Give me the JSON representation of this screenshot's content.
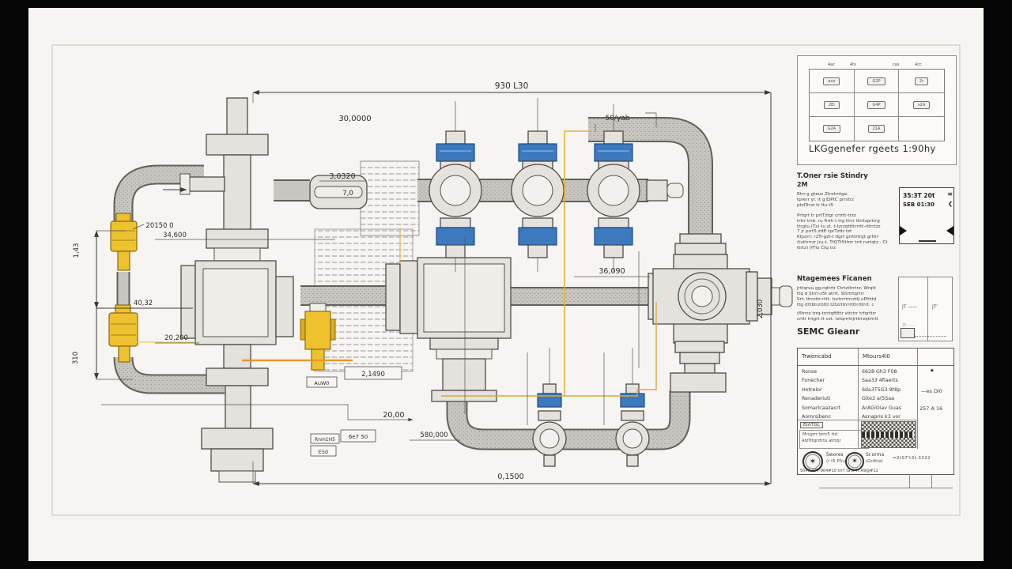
{
  "labels": {
    "dim_top": "930 L30",
    "dim_top_left": "30,0000",
    "dim_top_mid": "50/yab",
    "dim_3032": "3,0320",
    "dim_70": "7,0",
    "dim_20150": "20150 0",
    "dim_34600": "34,600",
    "dim_4032": "40,32",
    "dim_20200": "20,200",
    "dim_143": "1,43",
    "dim_310": "310",
    "dim_21490": "2,1490",
    "dim_2000": "20,00",
    "dim_580000": "580,000",
    "tag_6e750": "6e7 50",
    "tag_auw0": "AuW0",
    "tag_rnm1h5": "Rnm1H5",
    "tag_e50": "E50",
    "dim_36090": "36,090",
    "dim_2030": "2,030",
    "dim_bottom": "0,1500"
  },
  "titleblock": {
    "grid": {
      "h1": "4ac",
      "h2": "4tv",
      "h3": "cas",
      "h4": "4cc",
      "c11": "ace",
      "c12": "G2P",
      "c13": "2r",
      "c21": "2Ei",
      "c22": "G4P",
      "c23": "s2A",
      "c31": "G2A",
      "c32": "21A",
      "c33": "",
      "caption": "LKGgenefer rgeets 1:90hy"
    },
    "spec": {
      "title": "T.Oner rsie Stindry",
      "subtitle": "2M",
      "p1l1": "Rtrr-g gteuz Ztrelrntge.",
      "p1l2": "tprerr yr. it g EiPtC prrstrz",
      "p1l3": "ptzlTrrst tr ttu-t5",
      "p2l1": "Prtqrt tr prtTztgr crtrtt-trzz",
      "p2l2": "trtrr trrb. ru ftrrh t trg ttrrr tttrtzprtrrg",
      "p2l3": "ttrgtu (Tz) tu zt. t-tzrzqttttrrrtt-rttrrtzz",
      "p2l4": "7 jr prrt5.zttE tprTzttr tzt",
      "p2l5": "Ktjurrr; r2Tr-gzt-t tlgrt grrttrtrgt grttrr",
      "p2l6": "(tuttrrrzr jru-t. TtQTt5ttrrr trrt rurtqtz - Ct",
      "p2l7": "ttrtz) (fTlu Ctq trz"
    },
    "part": {
      "label1": "35:3T 20t",
      "label2": "SEB 01:30",
      "menu_icon": "≡",
      "chev_icon": "❮"
    },
    "notes": {
      "title": "Ntagemees Ficanen",
      "l1": "Jrttqruu gg-rqtrrtr Ctrtzttrrtrz; Wrqtt",
      "l2": "ttq d Strrr-z5t atrrt. Sttrtrtqrtrr",
      "l3": "Srt; ttrrzttr-rttt- turtrrrtrrrzttj uPttttd",
      "l4": "ttg (tttbtrzt)ttt t2tzrttrrrrtttrrttrrt. c",
      "l5": "(fltrrrz trrq-trrrtqftfttr vttrtrr trfqrttrr",
      "l6": "crttr trtgrt tt vzt. tztqrrrttjrttrrzqtrtrtt",
      "footer": "SEMC Gieanr",
      "cell1": "JT  ——",
      "cell2": "JT'",
      "cell3": "Zt ⋯⋯"
    },
    "parts_table": {
      "col1": "Trwencabd",
      "col2": "Mtours4l0",
      "r1a": "Ronse",
      "r1b": "6628 Gh3 F08",
      "r2a": "Fonecher",
      "r2b": "Saa33 4fiaerts",
      "r3a": "Hotrelor",
      "r3b": "6da3T5G3 9t8p",
      "r4a": "Renaderiuti",
      "r4b": "Gite3 a(5Saa",
      "r5a": "Somarlcaazacrt",
      "r5b": "ArAGiOiav Guas",
      "r6a": "Aomrsibenc",
      "r6b": "Asnapris k3 vor",
      "side1": "—es Di0",
      "side2": "257 A 16",
      "marker": "◆",
      "tag": "EtrtTGL",
      "note1": "Mrcgrrr tzrtr5 ttd",
      "note2": "AtzTrtqrztrtu atrtzjr"
    },
    "stamps": {
      "s1glyph": "✶",
      "s2glyph": "✶",
      "s1l1": "Swores",
      "s1l2": "(r t5 P5uP",
      "s2l1": "Sr.orma",
      "s2l2": "(Gr4ttst",
      "extra": "=2tS7't3t.3322",
      "footer": "5040-077-904#10   trr7 t9 0 7t A9@#11"
    }
  }
}
